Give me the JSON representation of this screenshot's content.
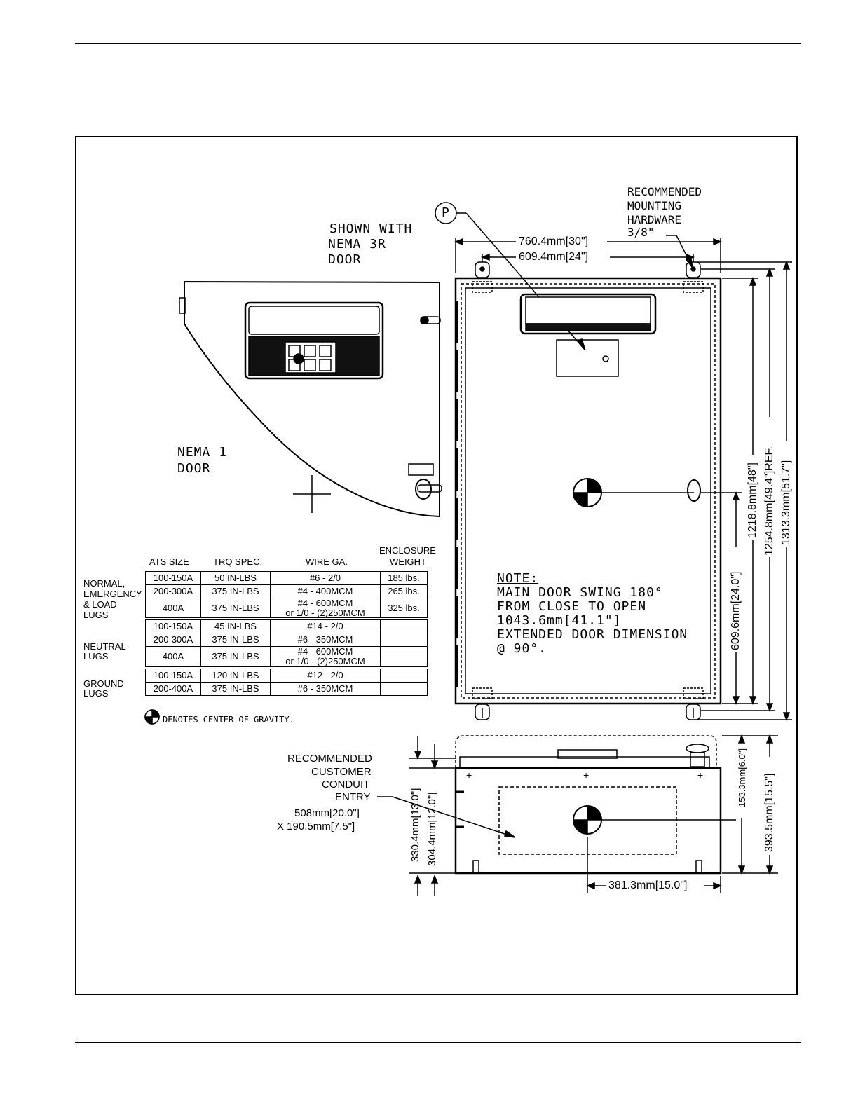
{
  "labels": {
    "shown_with": "SHOWN WITH",
    "nema3r": "NEMA 3R",
    "door": "DOOR",
    "nema1": "NEMA 1",
    "door2": "DOOR",
    "p_marker": "P",
    "recommended_mounting": [
      "RECOMMENDED",
      "MOUNTING",
      "HARDWARE",
      "3/8\""
    ],
    "note_title": "NOTE:",
    "note_lines": [
      "MAIN DOOR SWING 180°",
      "FROM CLOSE TO OPEN",
      "1043.6mm[41.1\"]",
      "EXTENDED DOOR DIMENSION",
      "@ 90°."
    ],
    "conduit": [
      "RECOMMENDED",
      "CUSTOMER",
      "CONDUIT",
      "ENTRY"
    ],
    "conduit_size_1": "508mm[20.0\"]",
    "conduit_size_2": "X 190.5mm[7.5\"]",
    "cog_note": "DENOTES CENTER OF GRAVITY."
  },
  "dimensions": {
    "w760": "760.4mm[30\"]",
    "w609": "609.4mm[24\"]",
    "h1218": "1218.8mm[48\"]",
    "h1254": "1254.8mm[49.4\"]REF.",
    "h1313": "1313.3mm[51.7\"]",
    "h609": "609.6mm[24.0\"]",
    "d330": "330.4mm[13.0\"]",
    "d304": "304.4mm[12.0\"]",
    "d153": "153.3mm[6.0\"]",
    "d393": "393.5mm[15.5\"]",
    "d381": "381.3mm[15.0\"]"
  },
  "table": {
    "headers": {
      "ats": "ATS SIZE",
      "trq": "TRQ SPEC.",
      "wire": "WIRE GA.",
      "enc1": "ENCLOSURE",
      "enc2": "WEIGHT"
    },
    "groups": {
      "normal": [
        "NORMAL,",
        "EMERGENCY",
        "& LOAD",
        "LUGS"
      ],
      "neutral": [
        "NEUTRAL",
        "LUGS"
      ],
      "ground": [
        "GROUND",
        "LUGS"
      ]
    },
    "rows": [
      {
        "ats": "100-150A",
        "trq": "50 IN-LBS",
        "wire": "#6 - 2/0",
        "wt": "185 lbs."
      },
      {
        "ats": "200-300A",
        "trq": "375 IN-LBS",
        "wire": "#4 - 400MCM",
        "wt": "265 lbs."
      },
      {
        "ats": "400A",
        "trq": "375 IN-LBS",
        "wire": "#4 - 600MCM",
        "wire2": "or 1/0 - (2)250MCM",
        "wt": "325 lbs."
      },
      {
        "ats": "100-150A",
        "trq": "45 IN-LBS",
        "wire": "#14 - 2/0",
        "wt": ""
      },
      {
        "ats": "200-300A",
        "trq": "375 IN-LBS",
        "wire": "#6 - 350MCM",
        "wt": ""
      },
      {
        "ats": "400A",
        "trq": "375 IN-LBS",
        "wire": "#4 - 600MCM",
        "wire2": "or 1/0 - (2)250MCM",
        "wt": ""
      },
      {
        "ats": "100-150A",
        "trq": "120 IN-LBS",
        "wire": "#12 - 2/0",
        "wt": ""
      },
      {
        "ats": "200-400A",
        "trq": "375 IN-LBS",
        "wire": "#6 - 350MCM",
        "wt": ""
      }
    ]
  }
}
